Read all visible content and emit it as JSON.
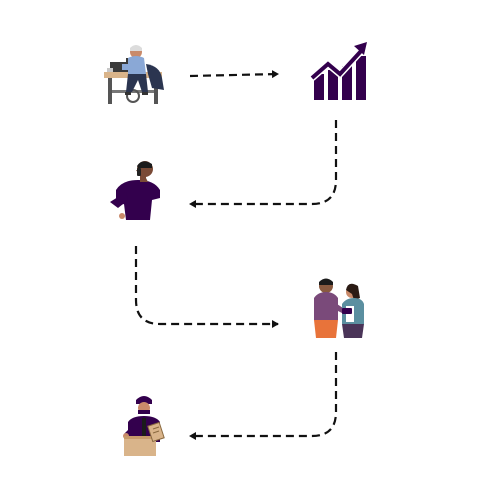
{
  "diagram": {
    "nodes": [
      {
        "id": "tailor",
        "icon": "tailor-sewing-icon"
      },
      {
        "id": "growth",
        "icon": "growth-chart-icon"
      },
      {
        "id": "phone-call",
        "icon": "person-on-phone-icon"
      },
      {
        "id": "meeting",
        "icon": "two-people-meeting-icon"
      },
      {
        "id": "delivery",
        "icon": "delivery-person-box-icon"
      }
    ],
    "edges": [
      {
        "from": "tailor",
        "to": "growth",
        "style": "dashed"
      },
      {
        "from": "growth",
        "to": "phone-call",
        "style": "dashed"
      },
      {
        "from": "phone-call",
        "to": "meeting",
        "style": "dashed"
      },
      {
        "from": "meeting",
        "to": "delivery",
        "style": "dashed"
      }
    ],
    "colors": {
      "accent": "#33004d",
      "skin": "#c98a6a",
      "wood": "#d9b48a",
      "teal": "#5b8fa0",
      "orange": "#e8733a",
      "line": "#111111",
      "shirt_blue": "#8aa8d6",
      "jeans": "#2b3550"
    }
  }
}
